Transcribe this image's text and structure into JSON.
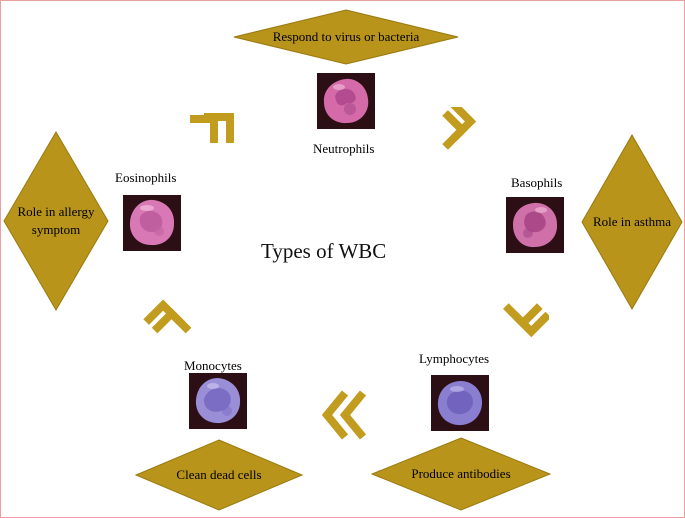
{
  "title": "Types of WBC",
  "colors": {
    "diamond_fill": "#b8941a",
    "diamond_stroke": "#9a7a10",
    "chevron": "#c29c1e",
    "pink_cell": "#d46aa8",
    "purple_cell": "#8a7ed0"
  },
  "cells": {
    "neutrophils": "Neutrophils",
    "basophils": "Basophils",
    "lymphocytes": "Lymphocytes",
    "monocytes": "Monocytes",
    "eosinophils": "Eosinophils"
  },
  "roles": {
    "neutrophils": "Respond to virus or bacteria",
    "basophils": "Role in asthma",
    "lymphocytes": "Produce antibodies",
    "monocytes": "Clean dead cells",
    "eosinophils_line1": "Role in allergy",
    "eosinophils_line2": "symptom"
  }
}
